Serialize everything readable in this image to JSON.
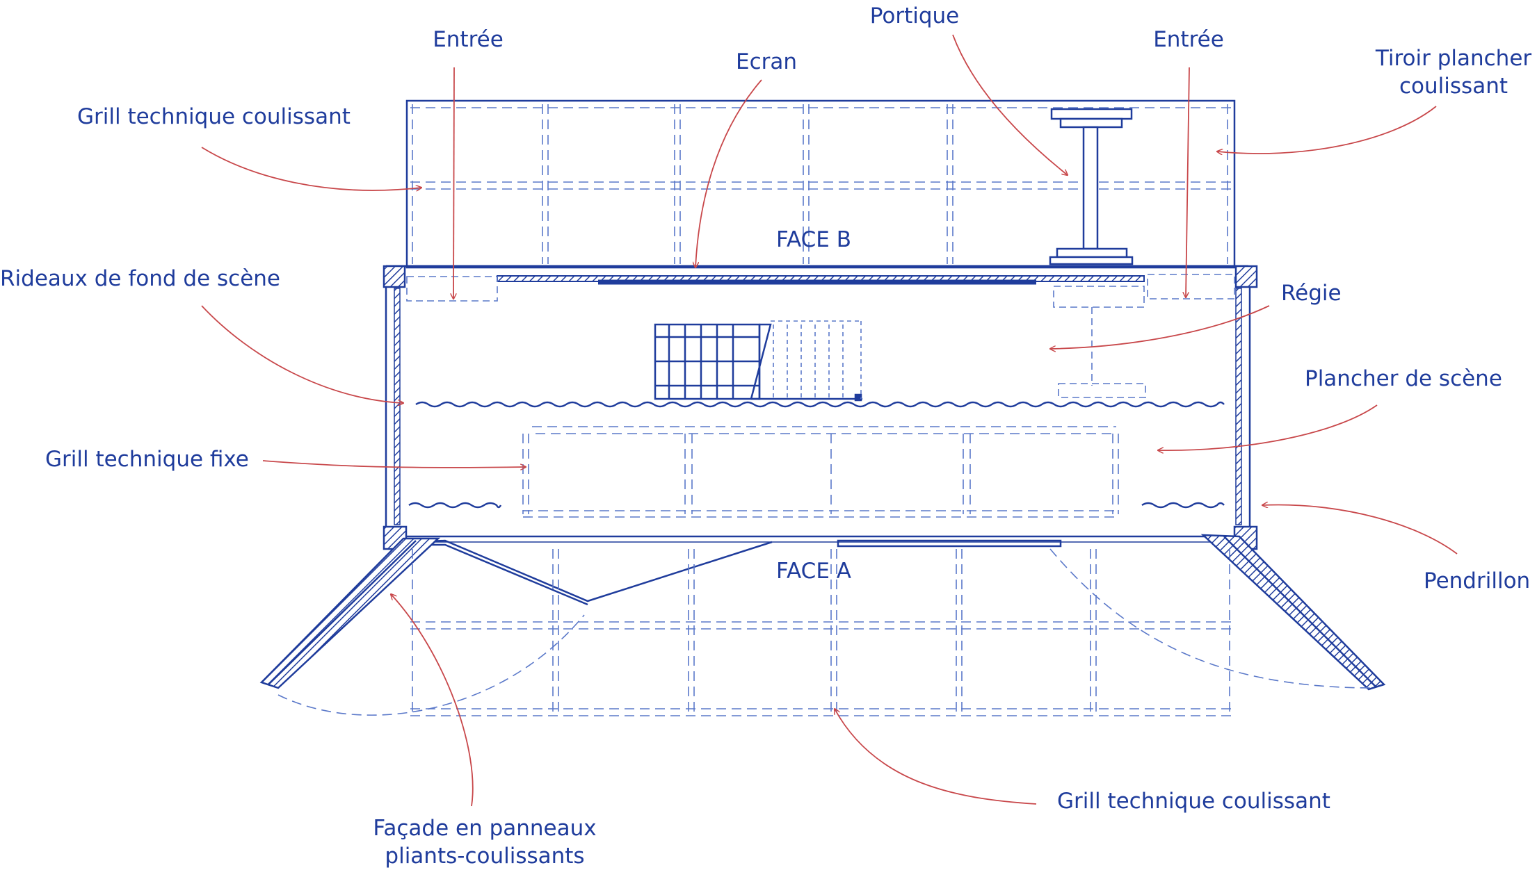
{
  "colors": {
    "ink": "#1f3c9c",
    "ink_dashed": "#5a78c9",
    "arrow": "#c8474a"
  },
  "faces": {
    "b": "FACE B",
    "a": "FACE A"
  },
  "labels": {
    "entree_left": "Entrée",
    "portique": "Portique",
    "ecran": "Ecran",
    "entree_right": "Entrée",
    "tiroir_line1": "Tiroir plancher",
    "tiroir_line2": "coulissant",
    "grill_coulissant_top": "Grill technique coulissant",
    "rideaux": "Rideaux de fond de scène",
    "regie": "Régie",
    "plancher": "Plancher de scène",
    "grill_fixe": "Grill technique fixe",
    "pendrillon": "Pendrillon",
    "facade_line1": "Façade en panneaux",
    "facade_line2": "pliants-coulissants",
    "grill_coulissant_bottom": "Grill technique coulissant"
  }
}
